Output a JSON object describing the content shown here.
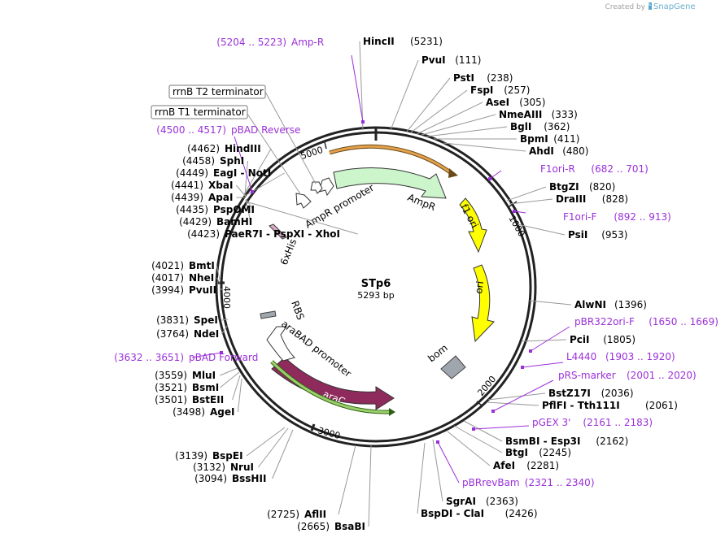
{
  "credit": {
    "created_by": "Created by",
    "app": "SnapGene"
  },
  "plasmid": {
    "name": "STp6",
    "size_label": "5293 bp"
  },
  "ticks": [
    "1000",
    "2000",
    "3000",
    "4000",
    "5000"
  ],
  "enzymes": [
    {
      "name": "HincII",
      "pos": "(5231)"
    },
    {
      "name": "PvuI",
      "pos": "(111)"
    },
    {
      "name": "PstI",
      "pos": "(238)"
    },
    {
      "name": "FspI",
      "pos": "(257)"
    },
    {
      "name": "AseI",
      "pos": "(305)"
    },
    {
      "name": "NmeAIII",
      "pos": "(333)"
    },
    {
      "name": "BglI",
      "pos": "(362)"
    },
    {
      "name": "BpmI",
      "pos": "(411)"
    },
    {
      "name": "AhdI",
      "pos": "(480)"
    },
    {
      "name": "BtgZI",
      "pos": "(820)"
    },
    {
      "name": "DraIII",
      "pos": "(828)"
    },
    {
      "name": "PsiI",
      "pos": "(953)"
    },
    {
      "name": "AlwNI",
      "pos": "(1396)"
    },
    {
      "name": "PciI",
      "pos": "(1805)"
    },
    {
      "name": "BstZ17I",
      "pos": "(2036)"
    },
    {
      "name": "PflFI - Tth111I",
      "pos": "(2061)"
    },
    {
      "name": "BsmBI - Esp3I",
      "pos": "(2162)"
    },
    {
      "name": "BtgI",
      "pos": "(2245)"
    },
    {
      "name": "AfeI",
      "pos": "(2281)"
    },
    {
      "name": "SgrAI",
      "pos": "(2363)"
    },
    {
      "name": "BspDI - ClaI",
      "pos": "(2426)"
    },
    {
      "name": "BsaBI",
      "pos": "(2665)"
    },
    {
      "name": "AflII",
      "pos": "(2725)"
    },
    {
      "name": "BssHII",
      "pos": "(3094)"
    },
    {
      "name": "NruI",
      "pos": "(3132)"
    },
    {
      "name": "BspEI",
      "pos": "(3139)"
    },
    {
      "name": "AgeI",
      "pos": "(3498)"
    },
    {
      "name": "BstEII",
      "pos": "(3501)"
    },
    {
      "name": "BsmI",
      "pos": "(3521)"
    },
    {
      "name": "MluI",
      "pos": "(3559)"
    },
    {
      "name": "NdeI",
      "pos": "(3764)"
    },
    {
      "name": "SpeI",
      "pos": "(3831)"
    },
    {
      "name": "PvuII",
      "pos": "(3994)"
    },
    {
      "name": "NheI",
      "pos": "(4017)"
    },
    {
      "name": "BmtI",
      "pos": "(4021)"
    },
    {
      "name": "PaeR7I - PspXI - XhoI",
      "pos": "(4423)"
    },
    {
      "name": "BamHI",
      "pos": "(4429)"
    },
    {
      "name": "PspOMI",
      "pos": "(4435)"
    },
    {
      "name": "ApaI",
      "pos": "(4439)"
    },
    {
      "name": "XbaI",
      "pos": "(4441)"
    },
    {
      "name": "EagI - NotI",
      "pos": "(4449)"
    },
    {
      "name": "SphI",
      "pos": "(4458)"
    },
    {
      "name": "HindIII",
      "pos": "(4462)"
    }
  ],
  "primers": [
    {
      "name": "Amp-R",
      "range": "(5204 .. 5223)"
    },
    {
      "name": "F1ori-R",
      "range": "(682 .. 701)"
    },
    {
      "name": "F1ori-F",
      "range": "(892 .. 913)"
    },
    {
      "name": "pBR322ori-F",
      "range": "(1650 .. 1669)"
    },
    {
      "name": "L4440",
      "range": "(1903 .. 1920)"
    },
    {
      "name": "pRS-marker",
      "range": "(2001 .. 2020)"
    },
    {
      "name": "pGEX 3'",
      "range": "(2161 .. 2183)"
    },
    {
      "name": "pBRrevBam",
      "range": "(2321 .. 2340)"
    },
    {
      "name": "pBAD Forward",
      "range": "(3632 .. 3651)"
    },
    {
      "name": "pBAD Reverse",
      "range": "(4500 .. 4517)"
    }
  ],
  "features": {
    "ampr": "AmpR",
    "ampr_promoter": "AmpR promoter",
    "f1_ori": "f1 ori",
    "ori": "ori",
    "bom": "bom",
    "arac": "araC",
    "arabad_promoter": "araBAD promoter",
    "rbs": "RBS",
    "his_tag": "6xHis",
    "rrnb_t1": "rrnB T1 terminator",
    "rrnb_t2": "rrnB T2 terminator"
  },
  "colors": {
    "backbone": "#222222",
    "primer": "#9b30d9",
    "ampr": "#ccf5cc",
    "ori": "#ffff00",
    "arac": "#8e2b5c",
    "bom": "#a0a6ad",
    "promoter": "#ffffff",
    "arc_orange": "#e3a04a",
    "arc_green": "#9ad06a",
    "leader": "#999999"
  }
}
